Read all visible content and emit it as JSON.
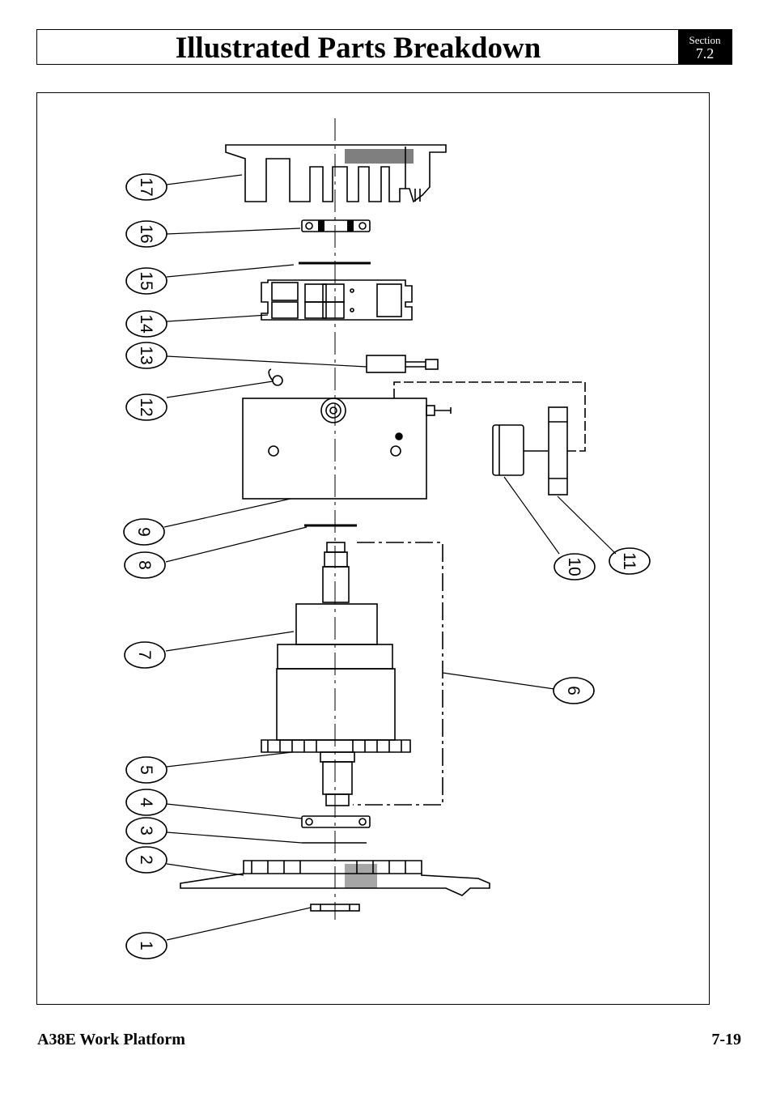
{
  "header": {
    "title": "Illustrated Parts Breakdown",
    "section_label": "Section",
    "section_number": "7.2"
  },
  "diagram": {
    "callouts": [
      "1",
      "2",
      "3",
      "4",
      "5",
      "6",
      "7",
      "8",
      "9",
      "10",
      "11",
      "12",
      "13",
      "14",
      "15",
      "16",
      "17"
    ]
  },
  "footer": {
    "product": "A38E Work Platform",
    "page": "7-19"
  }
}
